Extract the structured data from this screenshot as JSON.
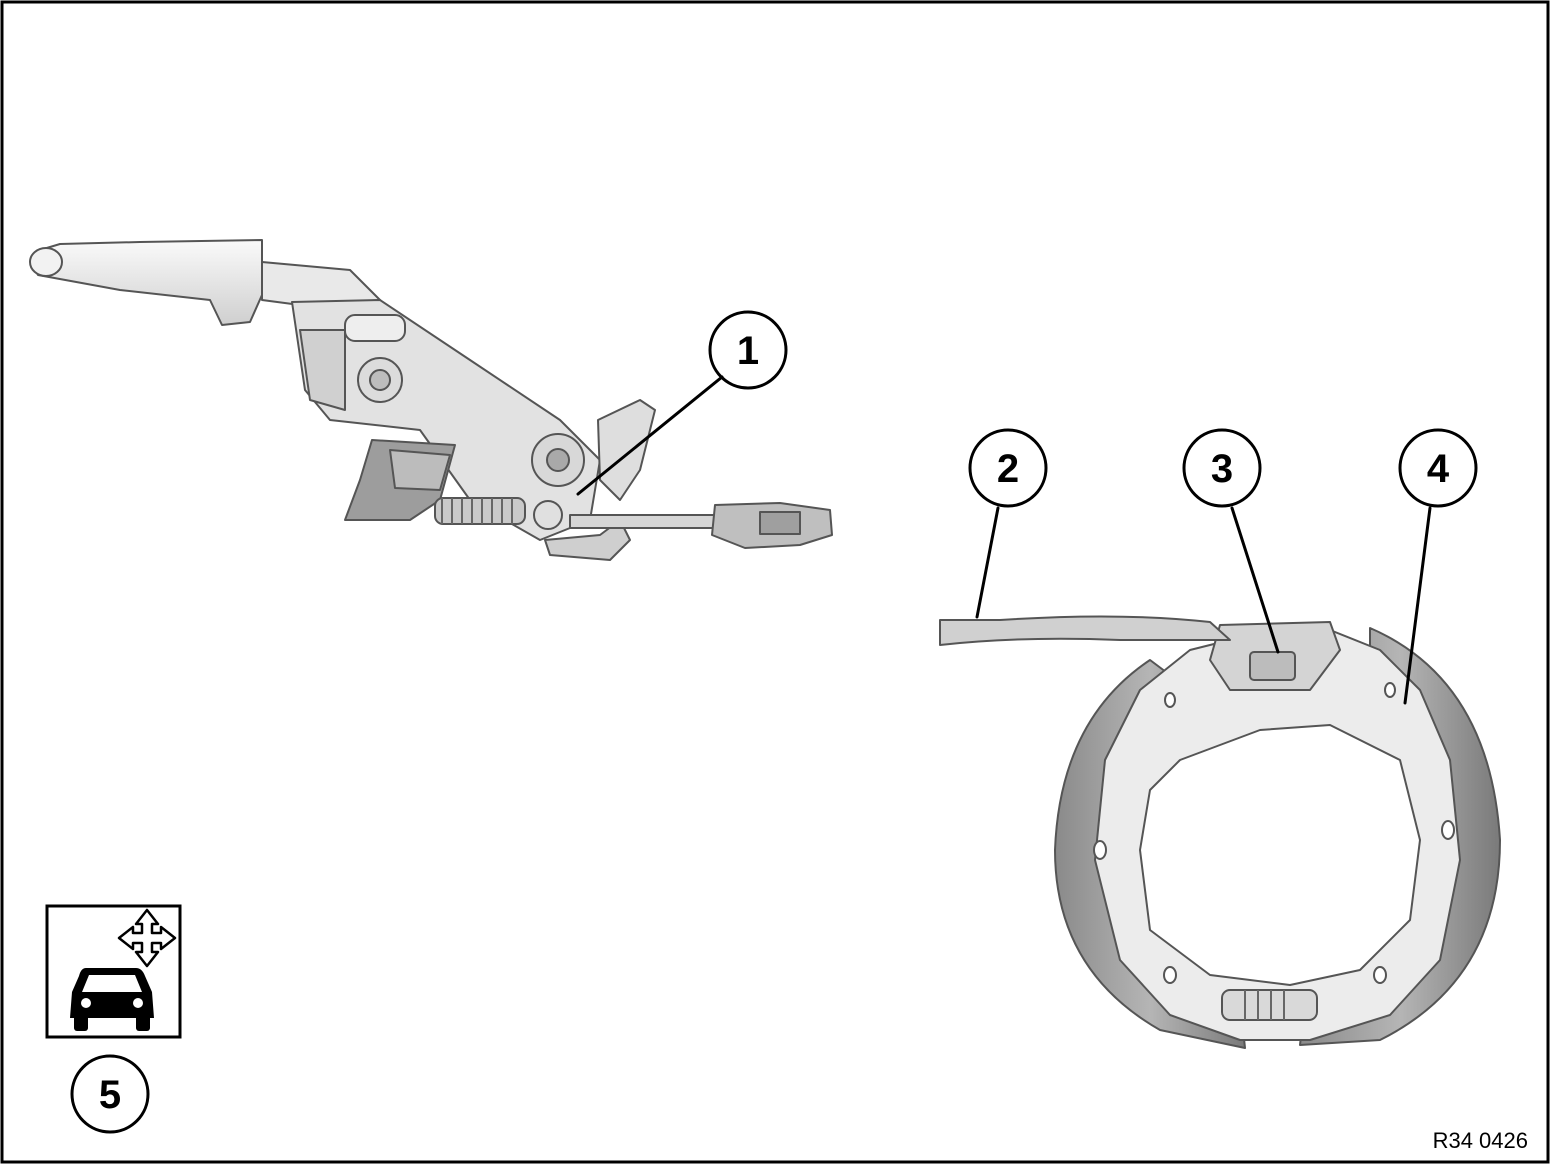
{
  "callouts": [
    {
      "id": "1",
      "label": "1"
    },
    {
      "id": "2",
      "label": "2"
    },
    {
      "id": "3",
      "label": "3"
    },
    {
      "id": "4",
      "label": "4"
    },
    {
      "id": "5",
      "label": "5"
    }
  ],
  "figure_code": "R34 0426",
  "icons": [
    "vehicle-adjust-icon"
  ],
  "colors": {
    "frame": "#000000",
    "part_fill": "#e6e6e6",
    "part_shade": "#9a9a9a",
    "part_dark": "#6f6f6f"
  }
}
